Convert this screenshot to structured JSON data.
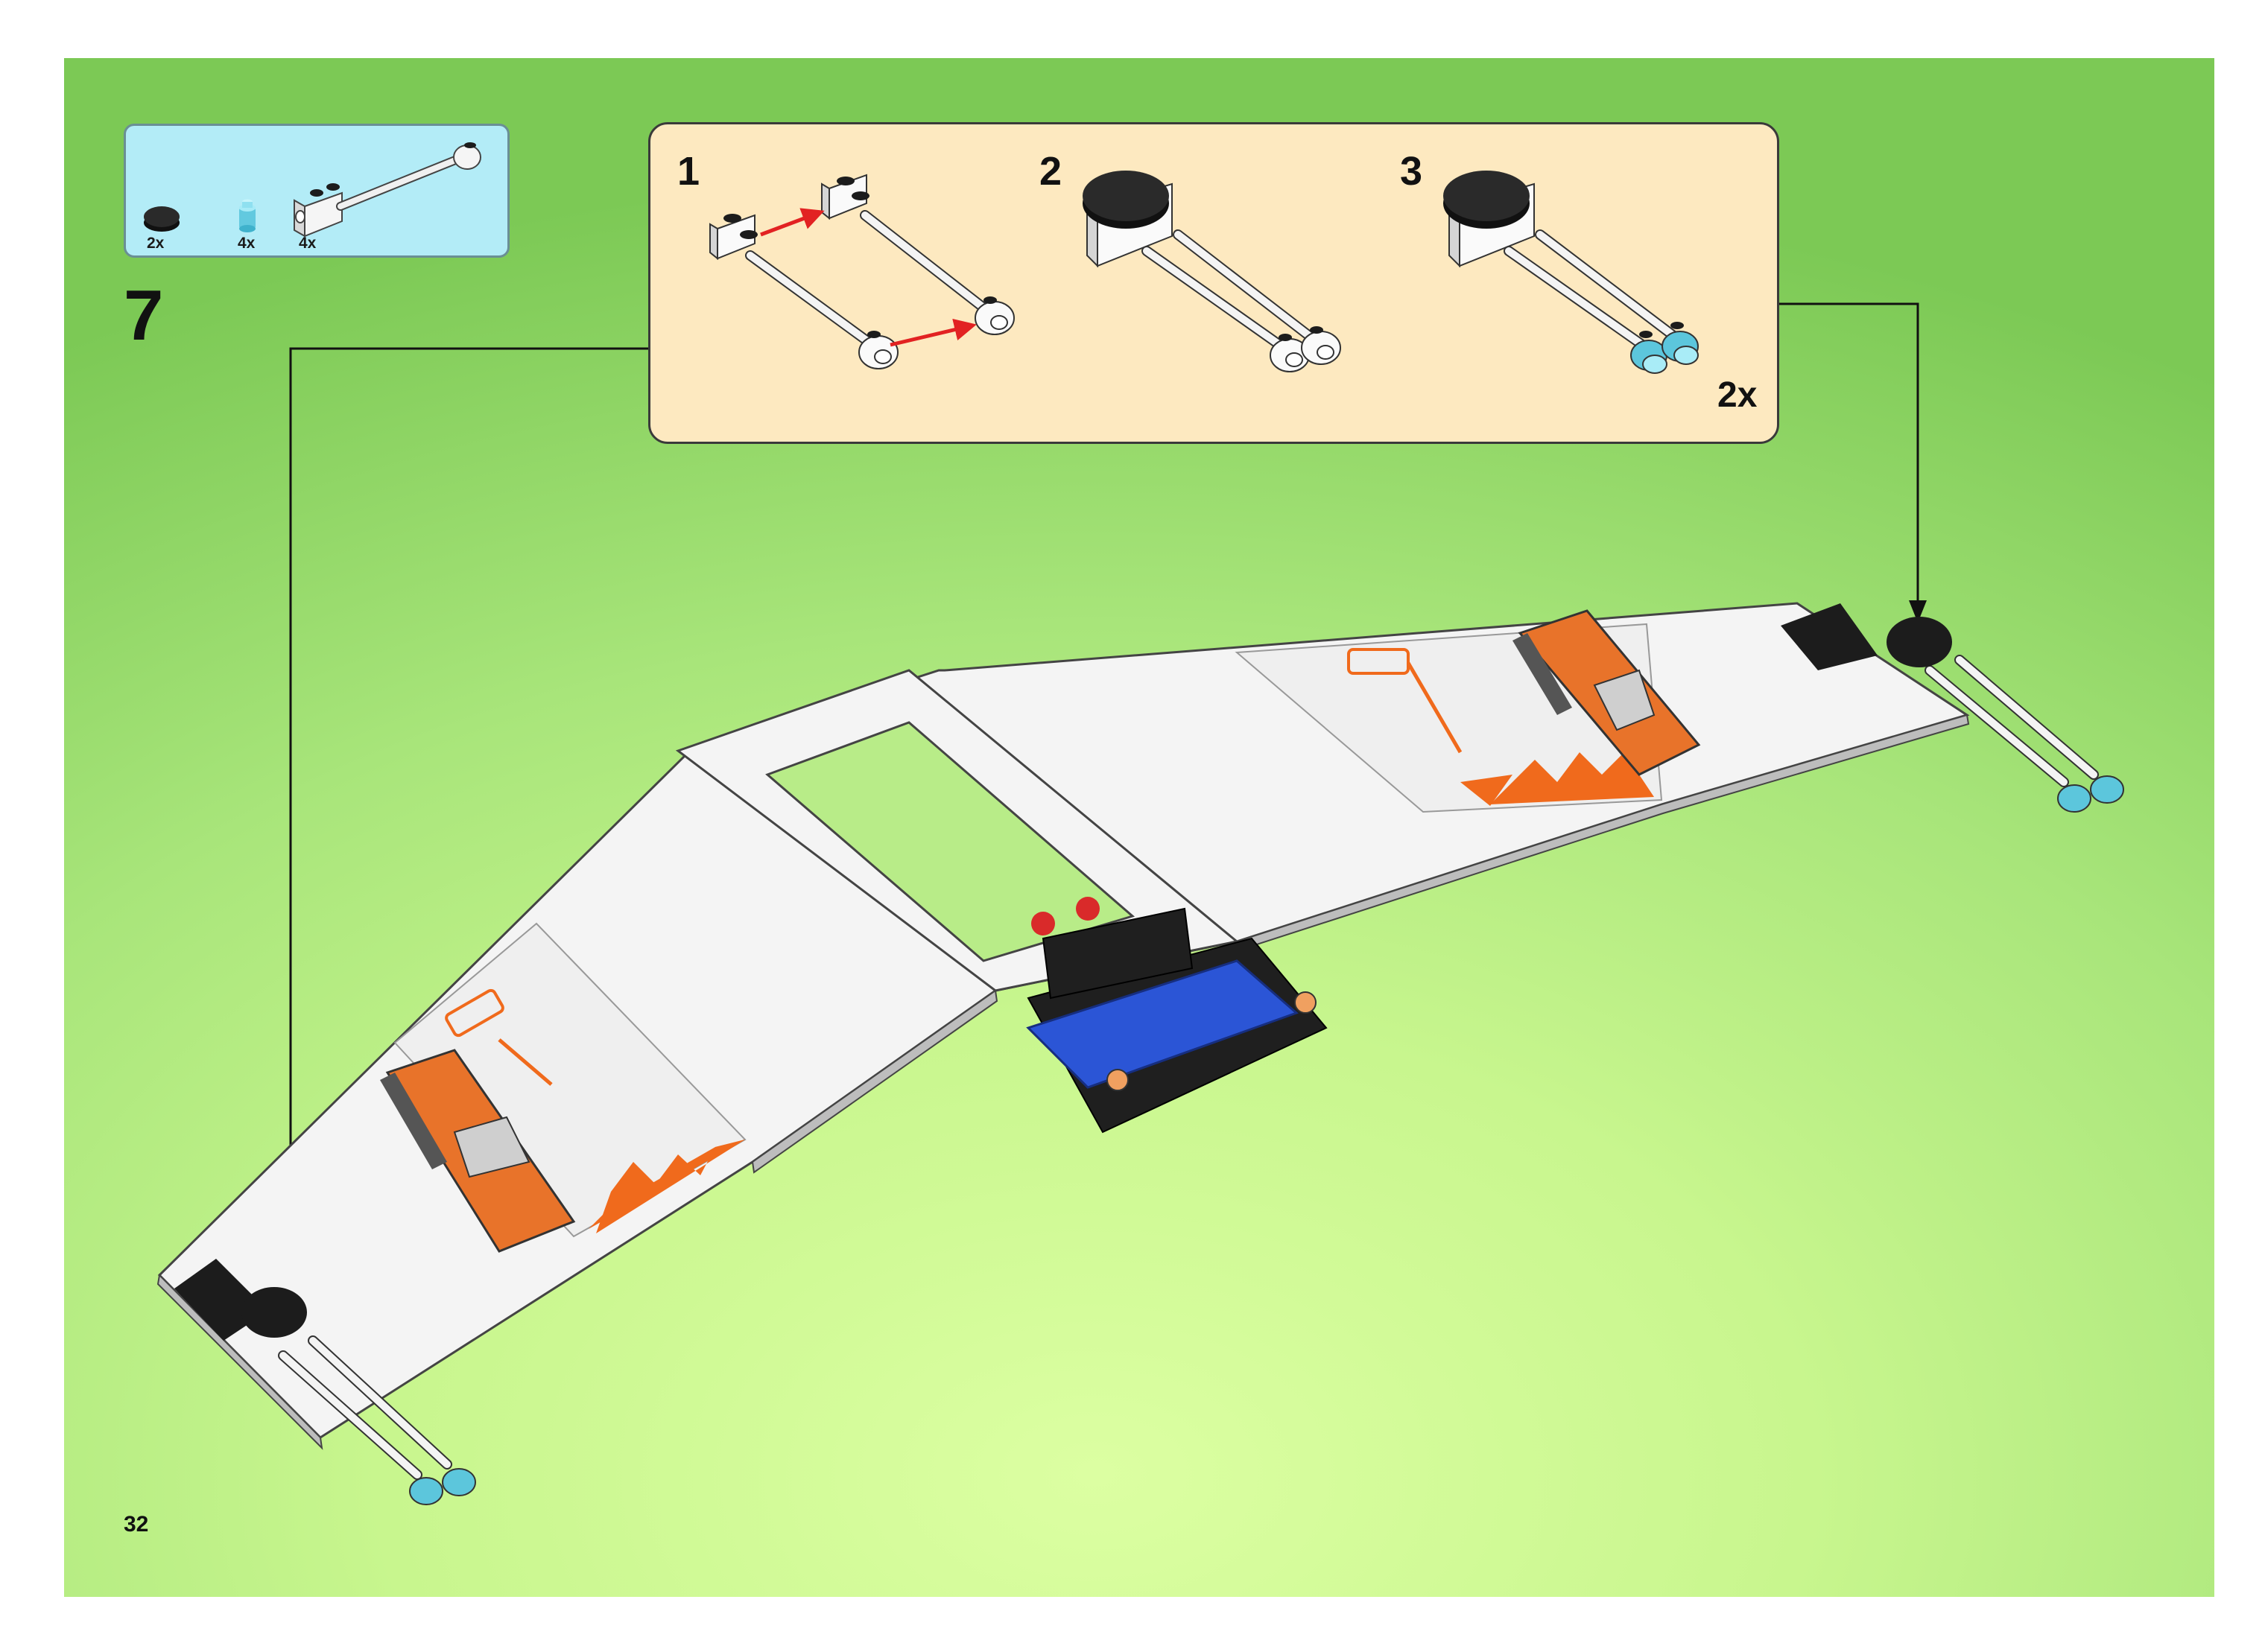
{
  "parts_list": {
    "items": [
      {
        "name": "round-tile-black",
        "qty": "2x",
        "color": "#1c1c1c"
      },
      {
        "name": "round-brick-trans-light-blue",
        "qty": "4x",
        "color": "#7fd8ea"
      },
      {
        "name": "bar-with-clips-white",
        "qty": "4x",
        "color": "#f2f2f2"
      }
    ]
  },
  "step": {
    "number": "7"
  },
  "sub_assembly": {
    "steps": [
      {
        "number": "1"
      },
      {
        "number": "2"
      },
      {
        "number": "3"
      }
    ],
    "multiplier": "2x"
  },
  "page_number": "32",
  "colors": {
    "background_light": "#dcffa2",
    "background_dark": "#7cc955",
    "parts_box": "#b3ecf7",
    "callout_box": "#fde9c0",
    "orange": "#f06a1c",
    "blue": "#2b55d6",
    "red_arrow": "#e22222",
    "white_plate": "#f4f4f4",
    "black": "#1c1c1c"
  }
}
